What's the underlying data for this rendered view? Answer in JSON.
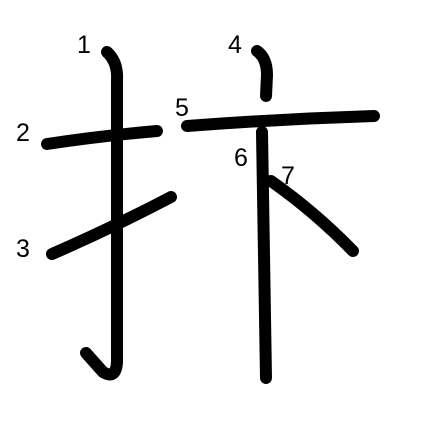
{
  "character": "抃",
  "stroke_color": "#000000",
  "background_color": "#ffffff",
  "stroke_numbers": [
    "1",
    "2",
    "3",
    "4",
    "5",
    "6",
    "7"
  ]
}
